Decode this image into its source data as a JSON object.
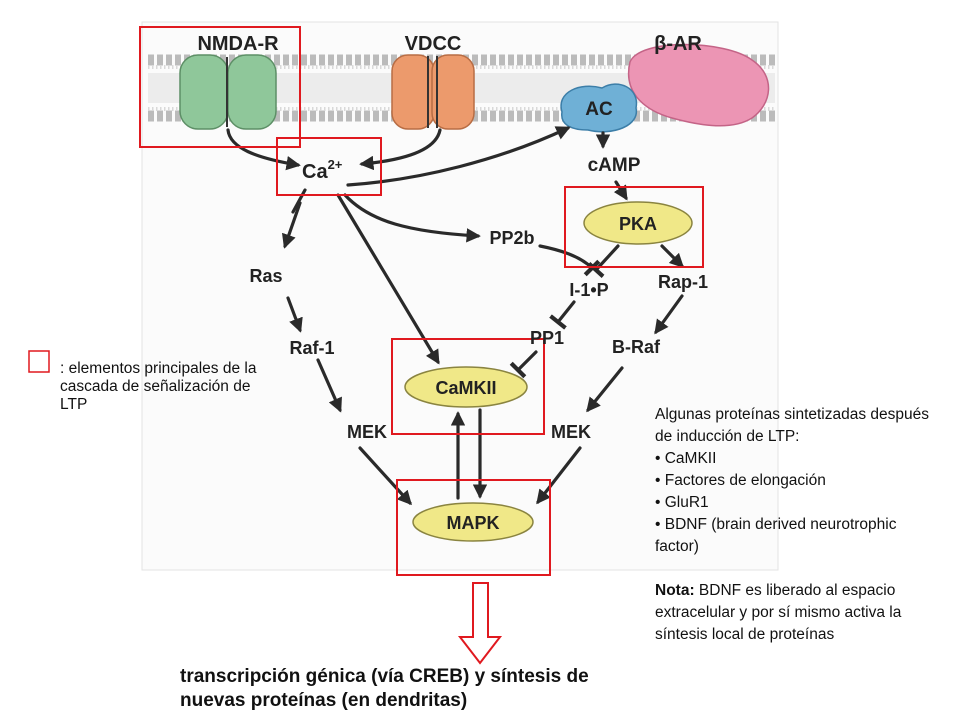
{
  "labels": {
    "nmda_r": "NMDA-R",
    "vdcc": "VDCC",
    "beta_ar": "β-AR",
    "ac": "AC",
    "ca_base": "Ca",
    "ca_sup": "2+",
    "camp": "cAMP",
    "pka": "PKA",
    "pp2b": "PP2b",
    "ras": "Ras",
    "i1p": "I-1•P",
    "rap1": "Rap-1",
    "pp1": "PP1",
    "raf1": "Raf-1",
    "braf": "B-Raf",
    "camkii": "CaMKII",
    "mek_left": "MEK",
    "mek_right": "MEK",
    "mapk": "MAPK"
  },
  "legend": {
    "text": ": elementos principales de la cascada de señalización de LTP"
  },
  "proteins_note": {
    "heading": "Algunas proteínas sintetizadas después de inducción de LTP:",
    "items": [
      "• CaMKII",
      "• Factores de elongación",
      "• GluR1",
      "• BDNF (brain derived neurotrophic factor)"
    ],
    "nota_label": "Nota:",
    "nota_text": " BDNF es liberado al espacio extracelular y por sí mismo activa la síntesis local de proteínas"
  },
  "bottom_text": "transcripción génica (vía CREB) y síntesis de nuevas proteínas (en dendritas)",
  "colors": {
    "highlight_red": "#e0191f",
    "enzyme_fill": "#f0e888",
    "nmda_green": "#8fc79a",
    "vdcc_orange": "#ec9a6c",
    "ac_blue": "#6fb0d6",
    "bar_pink": "#ec95b4"
  }
}
